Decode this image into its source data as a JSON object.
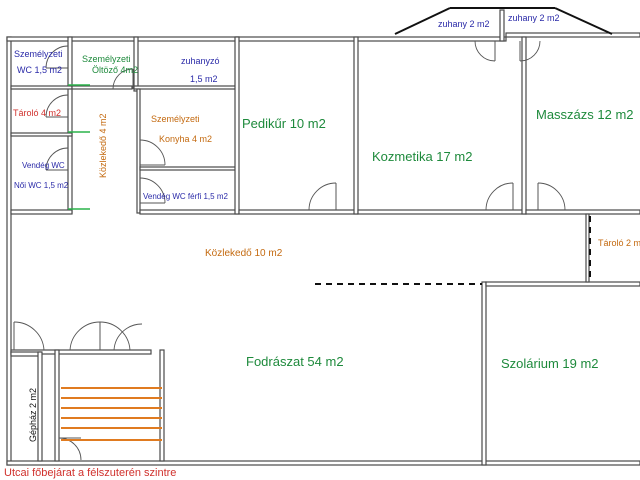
{
  "plan": {
    "rooms": {
      "szemelyzeti_wc": {
        "line1": "Személyzeti",
        "line2": "WC 1,5 m2"
      },
      "szemelyzeti_oltozo": {
        "line1": "Személyzeti",
        "line2": "Öltöző 4m2"
      },
      "zuhanyzo": {
        "line1": "zuhanyzó",
        "line2": "1,5 m2"
      },
      "pedikur": "Pedikűr 10 m2",
      "kozmetika": "Kozmetika 17 m2",
      "masszazs": "Masszázs 12 m2",
      "zuhany_left": "zuhany 2 m2",
      "zuhany_right": "zuhany 2 m2",
      "tarolo_left": "Tároló 4 m2",
      "kozlekedo_vertical": "Közlekedő 4 m2",
      "szemelyzeti_konyha": {
        "line1": "Személyzeti",
        "line2": "Konyha 4 m2"
      },
      "vendeg_wc": {
        "line1": "Vendég WC",
        "line2": "Női WC 1,5 m2"
      },
      "vendeg_wc_ferfi": "Vendég WC férfi 1,5 m2",
      "kozlekedo_main": "Közlekedő 10  m2",
      "tarolo_right": "Tároló 2 m",
      "fodraszat": "Fodrászat 54 m2",
      "szolarium": "Szolárium 19 m2",
      "gephaz": "Gépház 2 m2"
    },
    "footer_note": "Utcai főbejárat a félszuterén szintre"
  }
}
